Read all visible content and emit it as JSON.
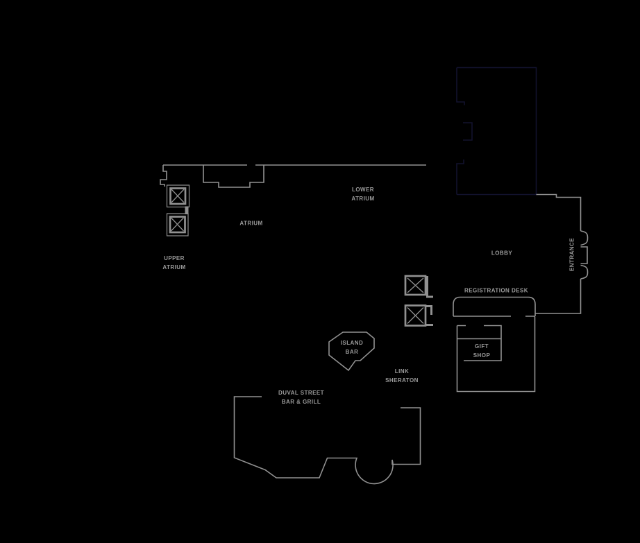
{
  "colors": {
    "background": "#000000",
    "wall": "#919191",
    "text": "#9b9b9b",
    "navy": "#12122e"
  },
  "labels": {
    "lower_atrium": {
      "line1": "LOWER",
      "line2": "ATRIUM"
    },
    "atrium": "ATRIUM",
    "upper_atrium": {
      "line1": "UPPER",
      "line2": "ATRIUM"
    },
    "lobby": "LOBBY",
    "entrance": "ENTRANCE",
    "registration_desk": "REGISTRATION DESK",
    "gift_shop": {
      "line1": "GIFT",
      "line2": "SHOP"
    },
    "island_bar": {
      "line1": "ISLAND",
      "line2": "BAR"
    },
    "link_sheraton": {
      "line1": "LINK",
      "line2": "SHERATON"
    },
    "duval_street": {
      "line1": "DUVAL STREET",
      "line2": "BAR & GRILL"
    }
  }
}
